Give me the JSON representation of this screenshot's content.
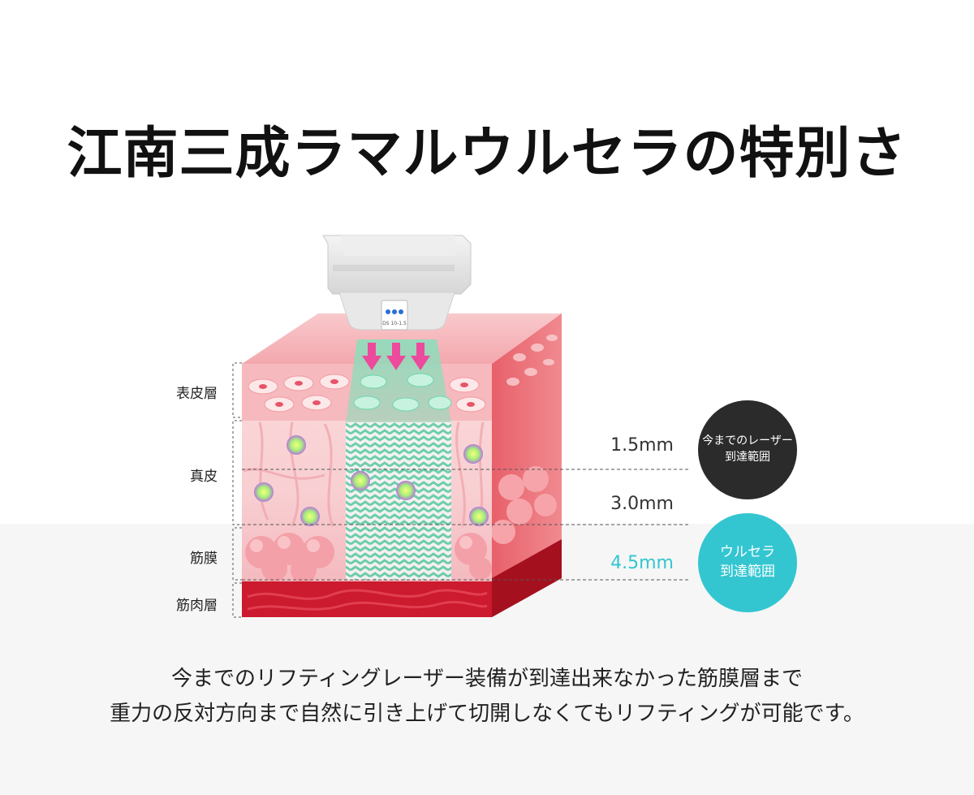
{
  "title": "江南三成ラマルウルセラの特別さ",
  "device": {
    "model_text": "DS 10-1.5"
  },
  "layers": {
    "epidermis": "表皮層",
    "dermis": "真皮",
    "fascia": "筋膜",
    "muscle": "筋肉層"
  },
  "depths": {
    "d1": "1.5mm",
    "d2": "3.0mm",
    "d3": "4.5mm"
  },
  "badges": {
    "laser": {
      "line1": "今までのレーザー",
      "line2": "到達範囲"
    },
    "ulthera": {
      "line1": "ウルセラ",
      "line2": "到達範囲"
    }
  },
  "description": {
    "line1": "今までのリフティングレーザー装備が到達出来なかった筋膜層まで",
    "line2": "重力の反対方向まで自然に引き上げて切開しなくてもリフティングが可能です。"
  },
  "colors": {
    "ulthera_accent": "#33c6d1",
    "laser_badge": "#2b2b2b",
    "arrow_pink": "#ec4a9c",
    "beam_green": "#5fd6a6",
    "muscle_red": "#cc1a2e"
  }
}
